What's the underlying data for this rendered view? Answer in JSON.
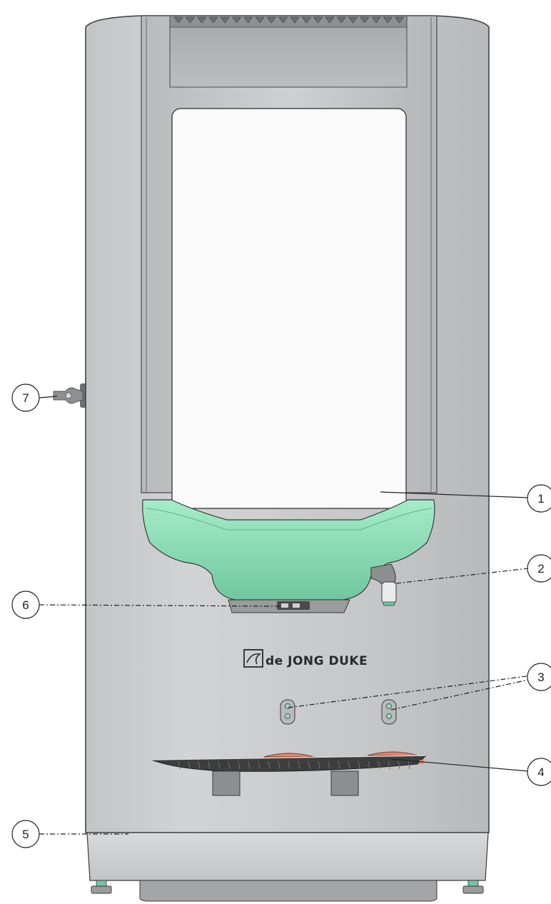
{
  "brand": {
    "text": "de JONG DUKE",
    "logo_icon": "bird-logo-icon"
  },
  "callouts": [
    {
      "id": "1",
      "label": "1",
      "target": "canister-window"
    },
    {
      "id": "2",
      "label": "2",
      "target": "outlet-spout"
    },
    {
      "id": "3",
      "label": "3",
      "target": "selection-buttons"
    },
    {
      "id": "4",
      "label": "4",
      "target": "drip-tray-grid"
    },
    {
      "id": "5",
      "label": "5",
      "target": "base-drip-tray"
    },
    {
      "id": "6",
      "label": "6",
      "target": "mixing-unit"
    },
    {
      "id": "7",
      "label": "7",
      "target": "door-key"
    }
  ],
  "colors": {
    "body": "#c8c9cb",
    "window": "#fafafa",
    "mint": "#8fdcb8",
    "cup_pad": "#e0876c",
    "tray": "#3d3d3d"
  }
}
